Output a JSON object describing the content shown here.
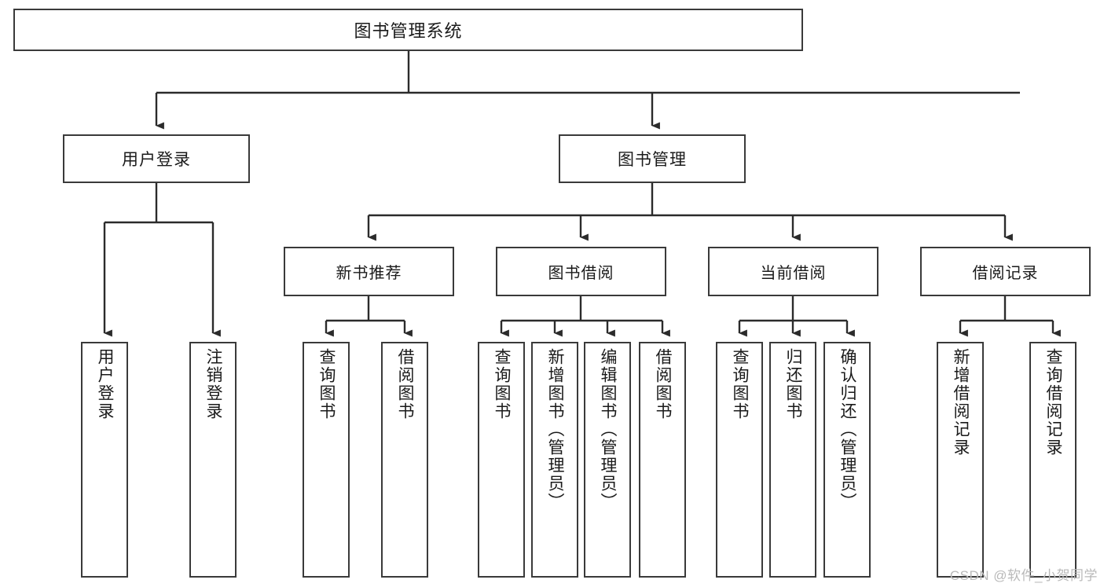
{
  "diagram": {
    "type": "tree",
    "title": "图书管理系统",
    "root": {
      "label": "图书管理系统"
    },
    "level2": [
      {
        "id": "user-login",
        "label": "用户登录"
      },
      {
        "id": "book-manage",
        "label": "图书管理"
      }
    ],
    "level3": [
      {
        "id": "new-book-recommend",
        "label": "新书推荐",
        "parent": "book-manage"
      },
      {
        "id": "book-borrow",
        "label": "图书借阅",
        "parent": "book-manage"
      },
      {
        "id": "current-borrow",
        "label": "当前借阅",
        "parent": "book-manage"
      },
      {
        "id": "borrow-record",
        "label": "借阅记录",
        "parent": "book-manage"
      }
    ],
    "leaves": [
      {
        "id": "leaf-user-login",
        "label": "用户登录",
        "parent": "user-login"
      },
      {
        "id": "leaf-logout",
        "label": "注销登录",
        "parent": "user-login"
      },
      {
        "id": "leaf-query-book-1",
        "label": "查询图书",
        "parent": "new-book-recommend"
      },
      {
        "id": "leaf-borrow-book-1",
        "label": "借阅图书",
        "parent": "new-book-recommend"
      },
      {
        "id": "leaf-query-book-2",
        "label": "查询图书",
        "parent": "book-borrow"
      },
      {
        "id": "leaf-add-book",
        "label": "新增图书（管理员）",
        "parent": "book-borrow"
      },
      {
        "id": "leaf-edit-book",
        "label": "编辑图书（管理员）",
        "parent": "book-borrow"
      },
      {
        "id": "leaf-borrow-book-2",
        "label": "借阅图书",
        "parent": "book-borrow"
      },
      {
        "id": "leaf-query-book-3",
        "label": "查询图书",
        "parent": "current-borrow"
      },
      {
        "id": "leaf-return-book",
        "label": "归还图书",
        "parent": "current-borrow"
      },
      {
        "id": "leaf-confirm-return",
        "label": "确认归还（管理员）",
        "parent": "current-borrow"
      },
      {
        "id": "leaf-add-record",
        "label": "新增借阅记录",
        "parent": "borrow-record"
      },
      {
        "id": "leaf-query-record",
        "label": "查询借阅记录",
        "parent": "borrow-record"
      }
    ],
    "colors": {
      "border": "#3a3a3a",
      "fill": "#ffffff",
      "text": "#1a1a1a",
      "connector": "#2b2b2b",
      "watermark": "#b9b9b9"
    }
  },
  "watermark": {
    "text": "CSDN @软件_小贺同学"
  }
}
